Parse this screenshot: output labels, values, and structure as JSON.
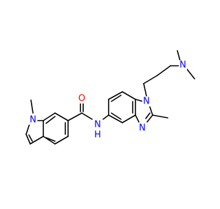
{
  "molecule": {
    "atoms": {
      "n_indole": "N",
      "o_carbonyl": "O",
      "n_amide": "N",
      "h_amide": "H",
      "n_bzim_1": "N",
      "n_bzim_3": "N",
      "n_amine": "N"
    }
  },
  "colors": {
    "bond": "#000000",
    "nitrogen": "#0000ff",
    "oxygen": "#ff0000"
  }
}
